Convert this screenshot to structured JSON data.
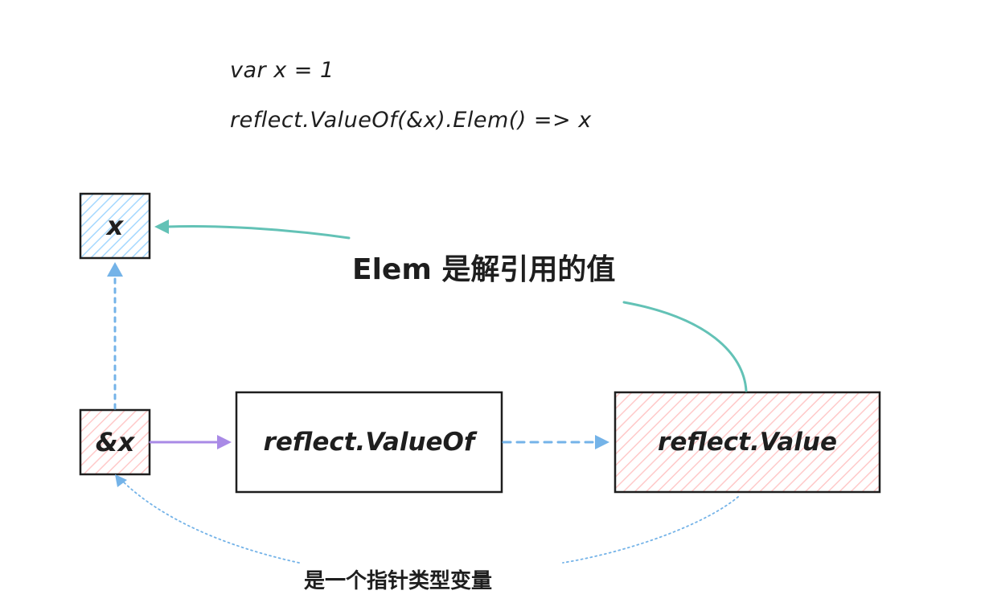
{
  "code": {
    "line1": "var x = 1",
    "line2": "reflect.ValueOf(&x).Elem() => x"
  },
  "nodes": {
    "x": "x",
    "ref_x": "&x",
    "valueof": "reflect.ValueOf",
    "value": "reflect.Value"
  },
  "annotations": {
    "elem": "Elem 是解引用的值",
    "pointer": "是一个指针类型变量"
  },
  "colors": {
    "stroke": "#1e1e1e",
    "blue_fill": "#a5d8ff",
    "red_fill": "#ffc9c9",
    "teal_arrow": "#63c2b6",
    "blue_arrow": "#74b3e8",
    "purple_arrow": "#a98ae6"
  }
}
